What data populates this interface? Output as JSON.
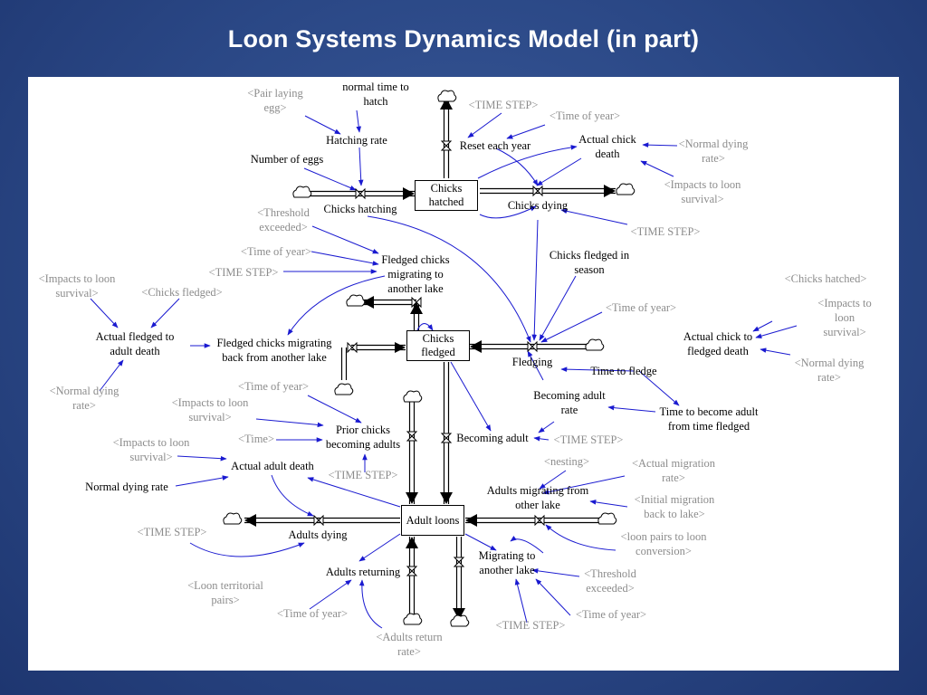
{
  "slide": {
    "title": "Loon Systems Dynamics Model (in part)"
  },
  "stocks": {
    "chicks_hatched": "Chicks\nhatched",
    "chicks_fledged": "Chicks\nfledged",
    "adult_loons": "Adult loons"
  },
  "flows": {
    "chicks_hatching": "Chicks hatching",
    "reset_each_year": "Reset each year",
    "chicks_dying": "Chicks dying",
    "fledging": "Fledging",
    "fledged_migrating_to_lake": "Fledged chicks\nmigrating to\nanother lake",
    "fledged_migrating_back": "Fledged chicks migrating\nback from another lake",
    "becoming_adult": "Becoming adult",
    "adults_dying": "Adults dying",
    "adults_returning": "Adults returning",
    "adults_migrating_from_lake": "Adults migrating from\nother lake",
    "migrating_to_lake": "Migrating to\nanother lake"
  },
  "auxiliaries": {
    "normal_time_to_hatch": "normal time to\nhatch",
    "hatching_rate": "Hatching rate",
    "number_of_eggs": "Number of eggs",
    "actual_chick_death": "Actual chick\ndeath",
    "chicks_fledged_in_season": "Chicks fledged in\nseason",
    "actual_chick_to_fledged_death": "Actual chick to\nfledged death",
    "actual_fledged_to_adult_death": "Actual fledged to\nadult death",
    "time_to_fledge": "Time to fledge",
    "becoming_adult_rate": "Becoming adult\nrate",
    "time_to_become_adult": "Time to become adult\nfrom time fledged",
    "prior_chicks_becoming_adults": "Prior chicks\nbecoming adults",
    "actual_adult_death": "Actual adult death",
    "normal_dying_rate": "Normal dying rate"
  },
  "shadow_variables": {
    "pair_laying_egg": "<Pair laying\negg>",
    "time_step_top": "<TIME STEP>",
    "time_of_year_top": "<Time of year>",
    "normal_dying_rate_top": "<Normal dying\nrate>",
    "impacts_top_right": "<Impacts to loon\nsurvival>",
    "threshold_exceeded_left": "<Threshold\nexceeded>",
    "time_step_right": "<TIME STEP>",
    "time_of_year_mid_left": "<Time of year>",
    "time_step_mid_left": "<TIME STEP>",
    "impacts_far_left": "<Impacts to loon\nsurvival>",
    "chicks_fledged_shadow": "<Chicks fledged>",
    "chicks_hatched_shadow": "<Chicks hatched>",
    "impacts_right": "<Impacts to loon\nsurvival>",
    "time_of_year_mid_right": "<Time of year>",
    "normal_dying_rate_right": "<Normal dying\nrate>",
    "normal_dying_rate_left": "<Normal dying\nrate>",
    "time_of_year_center": "<Time of year>",
    "impacts_center": "<Impacts to loon\nsurvival>",
    "time_shadow": "<Time>",
    "impacts_lower_left": "<Impacts to loon\nsurvival>",
    "time_step_center": "<TIME STEP>",
    "time_step_becoming": "<TIME STEP>",
    "nesting": "<nesting>",
    "actual_migration_rate": "<Actual migration\nrate>",
    "initial_migration_back": "<Initial migration\nback to lake>",
    "loon_pairs_conversion": "<loon pairs to loon\nconversion>",
    "time_step_lower_left": "<TIME STEP>",
    "loon_territorial_pairs": "<Loon territorial\npairs>",
    "time_of_year_bottom_left": "<Time of year>",
    "adults_return_rate": "<Adults return\nrate>",
    "threshold_exceeded_right": "<Threshold\nexceeded>",
    "time_step_bottom": "<TIME STEP>",
    "time_of_year_bottom_right": "<Time of year>"
  },
  "colors": {
    "background": "#2a4785",
    "canvas": "#ffffff",
    "link_arrow": "#1a1ad0",
    "flow_pipe": "#000000",
    "shadow_text": "#8c8c8c",
    "title_text": "#ffffff"
  }
}
